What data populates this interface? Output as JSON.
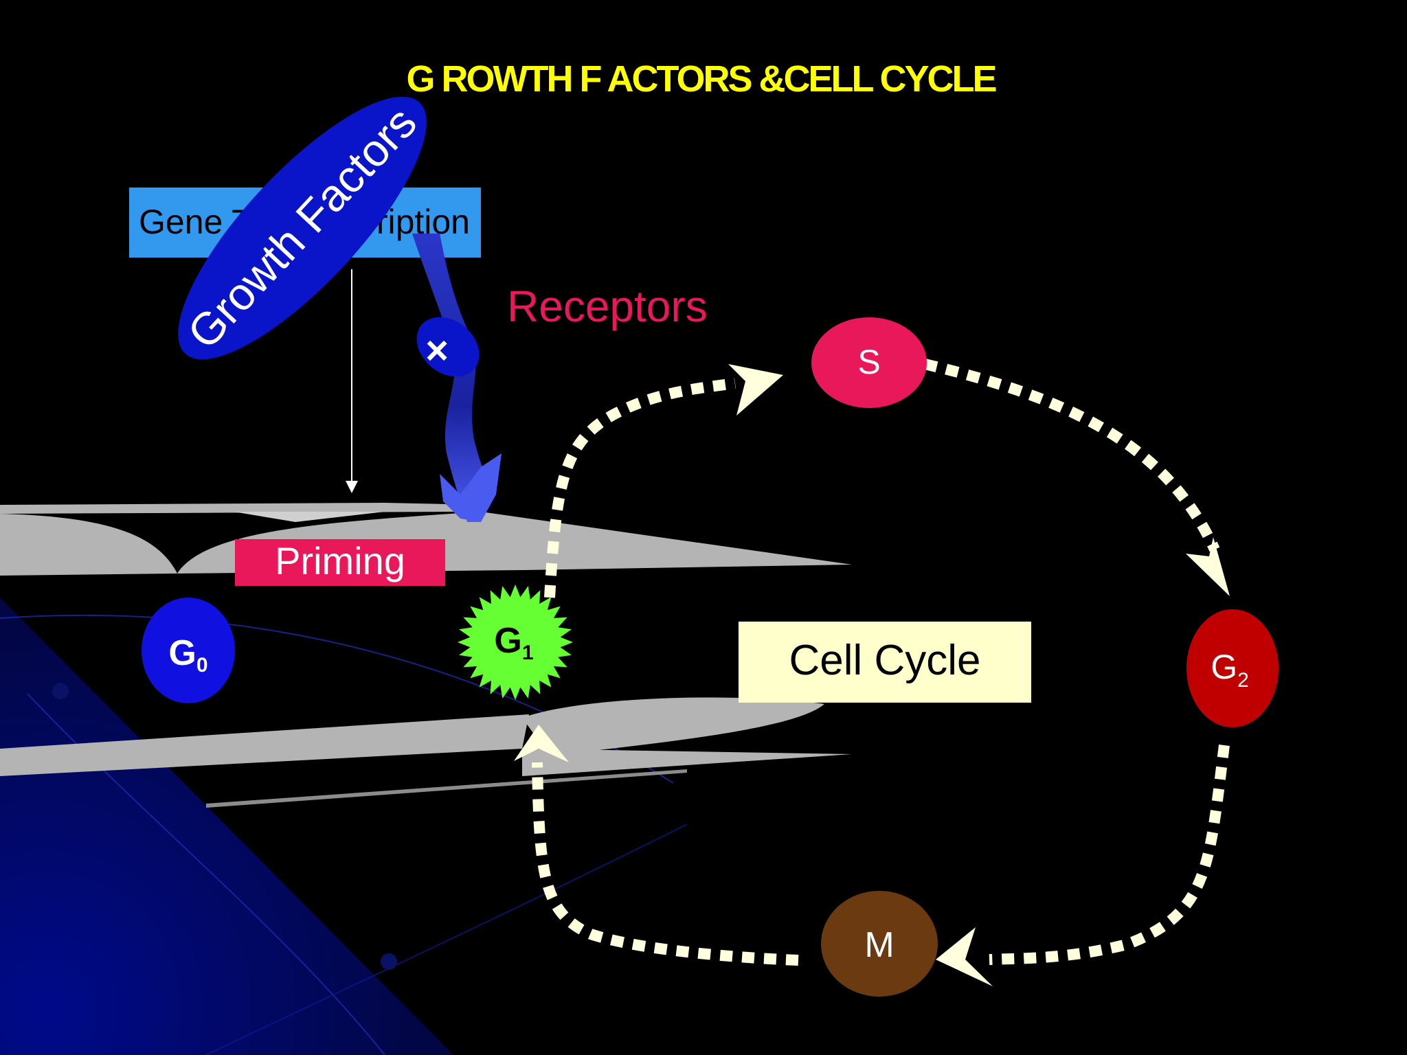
{
  "slide": {
    "title": "Growth Factors & Cell Cycle",
    "title_rendered": "G ROWTH F ACTORS &CELL CYCLE",
    "colors": {
      "background": "#000000",
      "title": "#ffff00",
      "receptors_text": "#e8185a",
      "gene_box": "#3399ee",
      "priming_box": "#e8185a",
      "growth_factor_ellipse": "#0a14c8",
      "g0": "#1010e0",
      "g1": "#66ff33",
      "s": "#e8185a",
      "g2": "#c00000",
      "m": "#6b3a10",
      "cell_cycle_box": "#ffffcc",
      "arrows": "#ffffdd",
      "membrane": "#b4b4b4"
    }
  },
  "labels": {
    "gene_box_left": "Gene T",
    "gene_box_right": "ription",
    "growth_factors": "Growth Factors",
    "receptors": "Receptors",
    "priming": "Priming",
    "cell_cycle": "Cell Cycle",
    "binding_mark": "×"
  },
  "phases": {
    "g0": {
      "letter": "G",
      "sub": "0"
    },
    "g1": {
      "letter": "G",
      "sub": "1"
    },
    "s": {
      "letter": "S"
    },
    "g2": {
      "letter": "G",
      "sub": "2"
    },
    "m": {
      "letter": "M"
    }
  },
  "icons": {
    "receptor": "receptor-protein-icon",
    "binding": "cross-icon"
  }
}
